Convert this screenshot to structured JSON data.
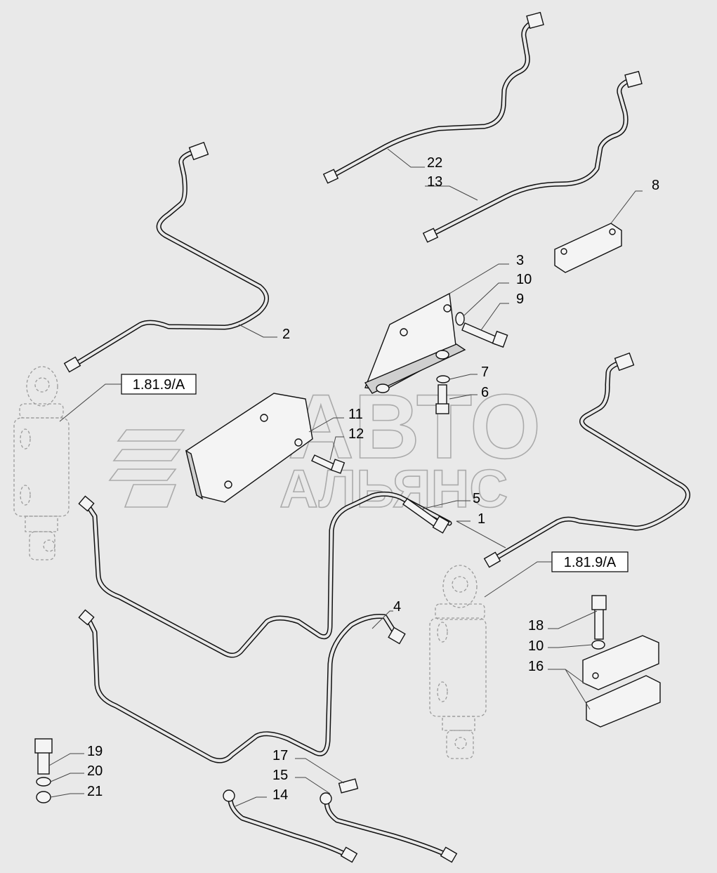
{
  "watermark": {
    "line1": "АВТО",
    "line2": "АЛЬЯНС"
  },
  "references": [
    {
      "id": "ref-upper",
      "text": "1.81.9/A"
    },
    {
      "id": "ref-lower",
      "text": "1.81.9/A"
    }
  ],
  "labels": {
    "p1": "1",
    "p2": "2",
    "p3": "3",
    "p4": "4",
    "p5": "5",
    "p6": "6",
    "p7": "7",
    "p8": "8",
    "p9": "9",
    "p10a": "10",
    "p10b": "10",
    "p11": "11",
    "p12": "12",
    "p13": "13",
    "p14": "14",
    "p15": "15",
    "p16": "16",
    "p17": "17",
    "p18": "18",
    "p19": "19",
    "p20": "20",
    "p21": "21",
    "p22": "22"
  }
}
